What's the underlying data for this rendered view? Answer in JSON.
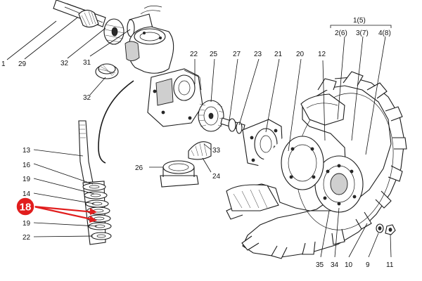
{
  "highlight": {
    "label": "18",
    "color": "#e11d1d"
  },
  "labels": {
    "l1": "1",
    "l29": "29",
    "l32a": "32",
    "l31": "31",
    "l32b": "32",
    "l22a": "22",
    "l25": "25",
    "l27": "27",
    "l23": "23",
    "l21": "21",
    "l20": "20",
    "l12": "12",
    "l1_5": "1(5)",
    "l2_6": "2(6)",
    "l3_7": "3(7)",
    "l4_8": "4(8)",
    "l13": "13",
    "l16": "16",
    "l19a": "19",
    "l14": "14",
    "l19b": "19",
    "l22b": "22",
    "l26": "26",
    "l33": "33",
    "l24": "24",
    "l35": "35",
    "l34": "34",
    "l10": "10",
    "l9": "9",
    "l11": "11"
  }
}
